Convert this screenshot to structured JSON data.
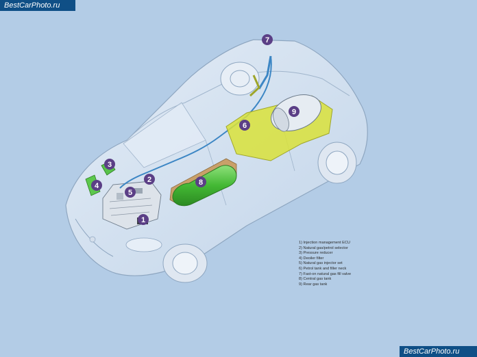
{
  "watermark": {
    "top": "BestCarPhoto.ru",
    "bottom": "BestCarPhoto.ru"
  },
  "colors": {
    "background": "#b3cce6",
    "badge": "#5b3f86",
    "gas_tank": "#4cc23a",
    "petrol_tank": "#d9e23a",
    "pipe": "#3c86c4"
  },
  "badges": [
    "1",
    "2",
    "3",
    "4",
    "5",
    "6",
    "7",
    "8",
    "9"
  ],
  "legend": [
    "1) Injection management ECU",
    "2) Natural gas/petrol selector",
    "3) Pressure reducer",
    "4) Deoiler filter",
    "5) Natural gas injector set",
    "6) Petrol tank and filler neck",
    "7) Fast-on natural gas fill valve",
    "8) Central gas tank",
    "9) Rear gas tank"
  ]
}
